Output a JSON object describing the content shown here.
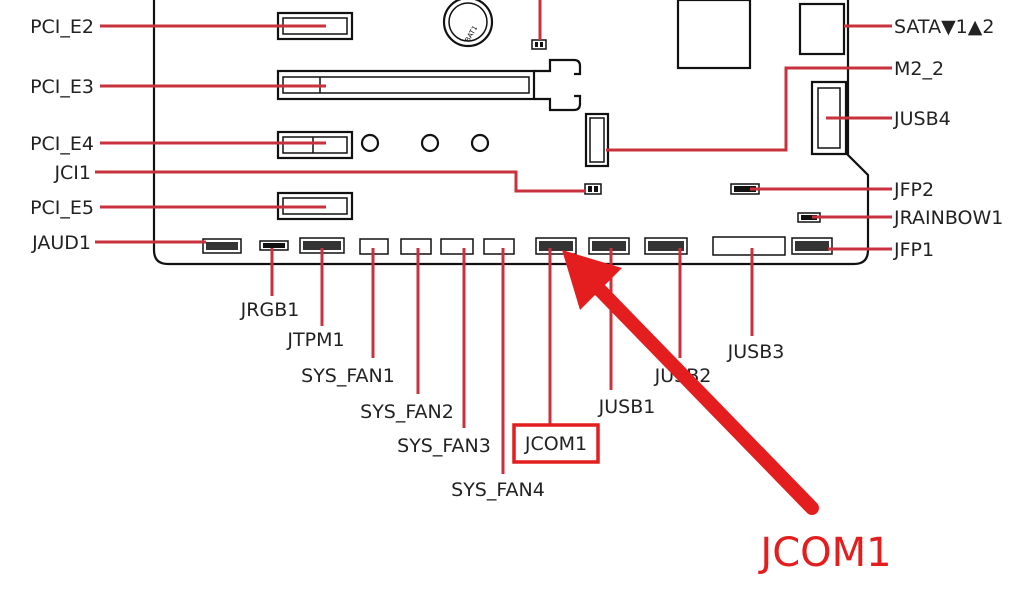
{
  "labels": {
    "pci_e2": "PCI_E2",
    "pci_e3": "PCI_E3",
    "pci_e4": "PCI_E4",
    "jci1": "JCI1",
    "pci_e5": "PCI_E5",
    "jaud1": "JAUD1",
    "sata": "SATA▼1▲2",
    "m2_2": "M2_2",
    "jusb4": "JUSB4",
    "jfp2": "JFP2",
    "jrainbow1": "JRAINBOW1",
    "jfp1": "JFP1",
    "jrgb1": "JRGB1",
    "jtpm1": "JTPM1",
    "sys_fan1": "SYS_FAN1",
    "sys_fan2": "SYS_FAN2",
    "sys_fan3": "SYS_FAN3",
    "sys_fan4": "SYS_FAN4",
    "jcom1": "JCOM1",
    "jusb1": "JUSB1",
    "jusb2": "JUSB2",
    "jusb3": "JUSB3",
    "bat1": "BAT1"
  },
  "annotation": {
    "text": "JCOM1",
    "color": "#e41e1e"
  },
  "leader_color": "#c8323c"
}
